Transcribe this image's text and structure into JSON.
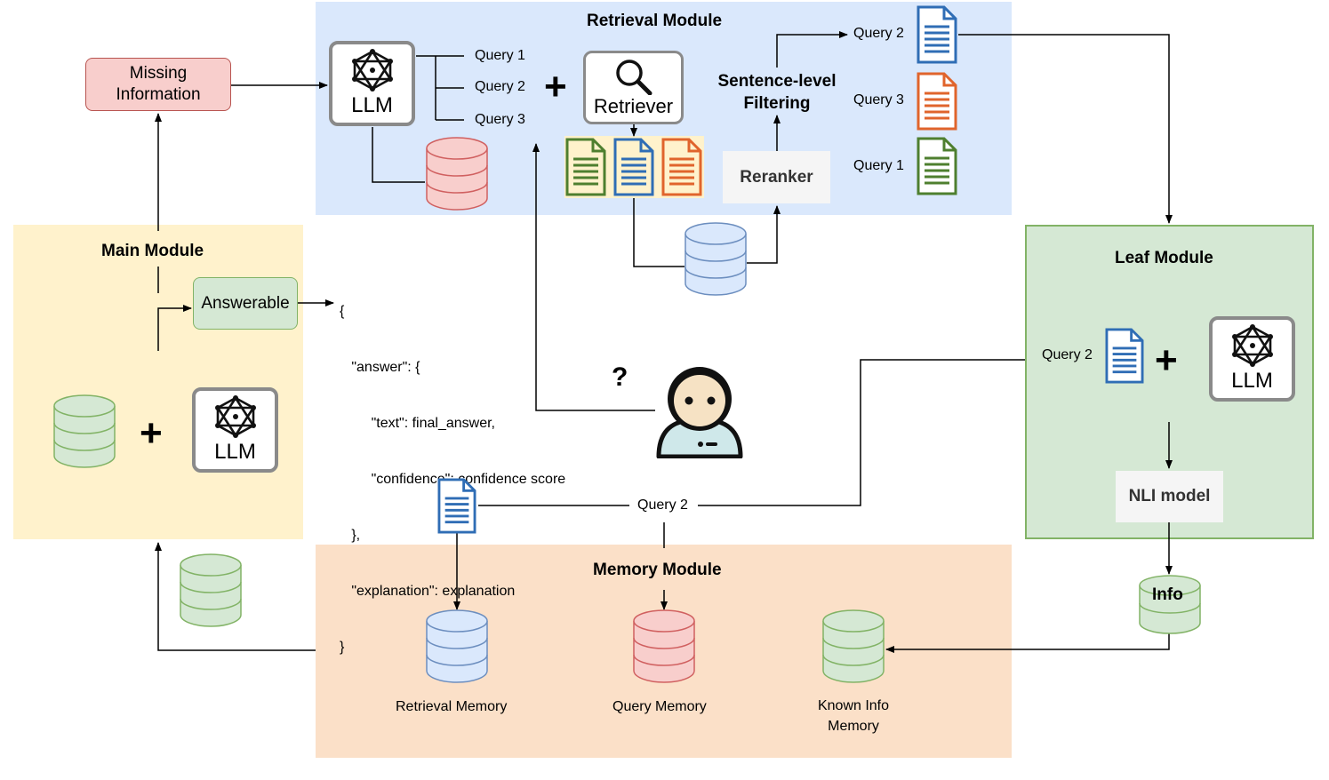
{
  "retrieval": {
    "title": "Retrieval Module",
    "queries": [
      "Query 1",
      "Query 2",
      "Query 3"
    ],
    "retriever_label": "Retriever",
    "llm_label": "LLM",
    "filter_label_1": "Sentence-level",
    "filter_label_2": "Filtering",
    "reranker_label": "Reranker",
    "ranked_queries": [
      "Query 2",
      "Query 3",
      "Query 1"
    ]
  },
  "main": {
    "title": "Main Module",
    "answerable_label": "Answerable",
    "llm_label": "LLM"
  },
  "missing": {
    "line1": "Missing",
    "line2": "Information"
  },
  "json_output": {
    "lines": [
      "{",
      "   \"answer\": {",
      "        \"text\": final_answer,",
      "        \"confidence\": confidence score",
      "   },",
      "   \"explanation\": explanation",
      "}"
    ]
  },
  "user": {
    "question_mark": "?"
  },
  "leaf": {
    "title": "Leaf Module",
    "query_label": "Query 2",
    "llm_label": "LLM",
    "nli_label": "NLI model",
    "info_label": "Info"
  },
  "memory": {
    "title": "Memory Module",
    "query_link_label": "Query 2",
    "retrieval_memory": "Retrieval Memory",
    "query_memory": "Query Memory",
    "known_info_1": "Known Info",
    "known_info_2": "Memory"
  },
  "colors": {
    "retrieval_bg": "#dae8fc",
    "main_bg": "#fff2cc",
    "leaf_bg": "#d5e8d4",
    "memory_bg": "#fbe0c8",
    "missing_bg": "#f8cecc",
    "doc_blue": "#2f6db5",
    "doc_orange": "#e0642c",
    "doc_green": "#4e7f2f"
  }
}
